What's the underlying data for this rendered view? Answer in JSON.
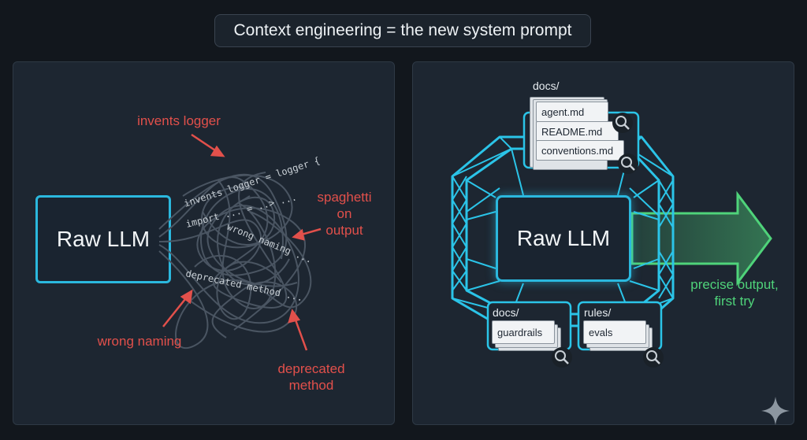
{
  "title": "Context engineering = the new system prompt",
  "left": {
    "llm_label": "Raw LLM",
    "annotations": {
      "invents_logger": "invents logger",
      "spaghetti": [
        "spaghetti",
        "on",
        "output"
      ],
      "wrong_naming": "wrong naming",
      "deprecated": [
        "deprecated",
        "method"
      ]
    },
    "code_fragments": [
      "invents logger = logger {",
      "import ... = ..> ...",
      "wrong naming ...",
      "deprecated method ..."
    ]
  },
  "right": {
    "llm_label": "Raw LLM",
    "top_folder": {
      "label": "docs/",
      "files": [
        "agent.md",
        "README.md",
        "conventions.md"
      ]
    },
    "bottom_left_folder": {
      "label": "docs/",
      "files": [
        "guardrails"
      ]
    },
    "bottom_right_folder": {
      "label": "rules/",
      "files": [
        "evals"
      ]
    },
    "output_label": [
      "precise output,",
      "first try"
    ]
  },
  "colors": {
    "accent": "#2bb8de",
    "error": "#e2504b",
    "success": "#4fd37a"
  },
  "icons": [
    "magnifier-icon",
    "sparkle-icon"
  ]
}
